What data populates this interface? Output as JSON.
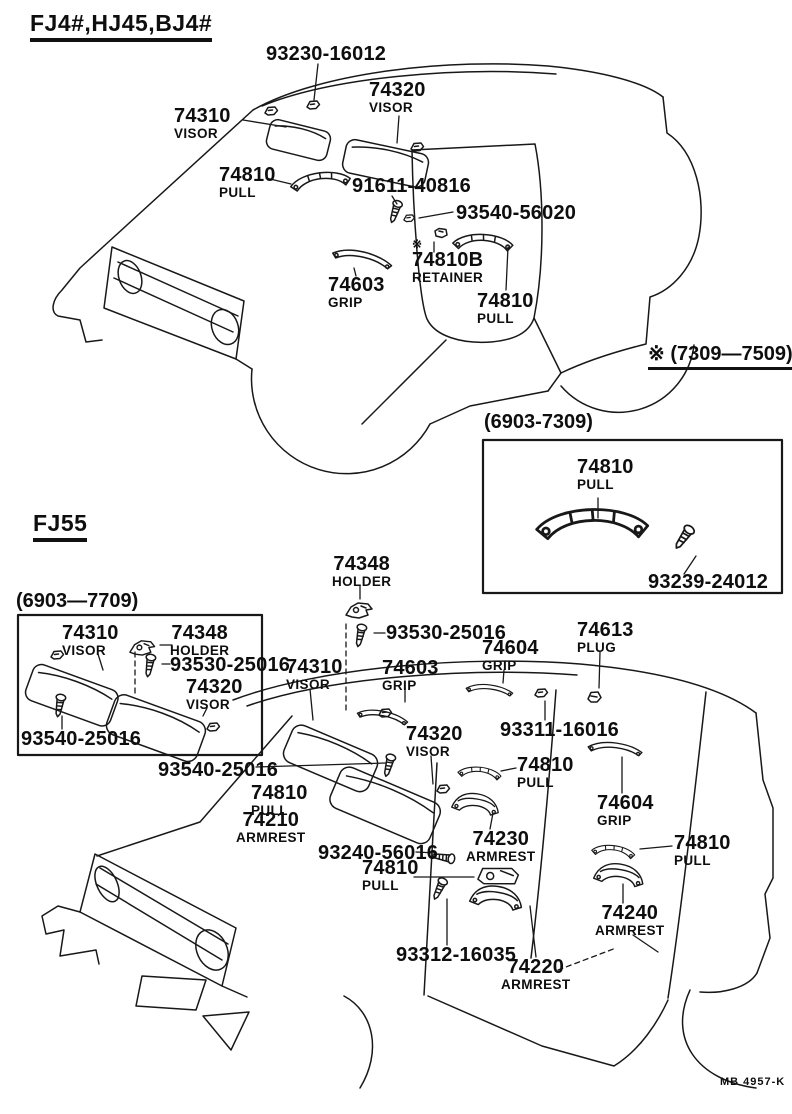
{
  "fj40": {
    "title": "FJ4#,HJ45,BJ4#",
    "note": "※ (7309—7509)",
    "labels": [
      {
        "number": "93230-16012",
        "caption": ""
      },
      {
        "number": "74310",
        "caption": "VISOR"
      },
      {
        "number": "74320",
        "caption": "VISOR"
      },
      {
        "number": "74810",
        "caption": "PULL"
      },
      {
        "number": "91611-40816",
        "caption": ""
      },
      {
        "number": "93540-56020",
        "caption": ""
      },
      {
        "marker": "※",
        "number": "74810B",
        "caption": "RETAINER"
      },
      {
        "number": "74603",
        "caption": "GRIP"
      },
      {
        "number": "74810",
        "caption": "PULL"
      }
    ]
  },
  "inset7309": {
    "title": "(6903-7309)",
    "labels": [
      {
        "number": "74810",
        "caption": "PULL"
      },
      {
        "number": "93239-24012",
        "caption": ""
      }
    ]
  },
  "inset7709": {
    "title": "(6903—7709)",
    "labels": [
      {
        "number": "74310",
        "caption": "VISOR"
      },
      {
        "number": "74348",
        "caption": "HOLDER"
      },
      {
        "number": "93530-25016",
        "caption": ""
      },
      {
        "number": "74320",
        "caption": "VISOR"
      },
      {
        "number": "93540-25016",
        "caption": ""
      }
    ]
  },
  "fj55": {
    "title": "FJ55",
    "labels": [
      {
        "number": "74348",
        "caption": "HOLDER"
      },
      {
        "number": "93530-25016",
        "caption": ""
      },
      {
        "number": "74613",
        "caption": "PLUG"
      },
      {
        "number": "74604",
        "caption": "GRIP"
      },
      {
        "number": "74603",
        "caption": "GRIP"
      },
      {
        "number": "74310",
        "caption": "VISOR"
      },
      {
        "number": "93311-16016",
        "caption": ""
      },
      {
        "number": "74320",
        "caption": "VISOR"
      },
      {
        "number": "93540-25016",
        "caption": ""
      },
      {
        "number": "74810",
        "caption": "PULL"
      },
      {
        "number": "74604",
        "caption": "GRIP"
      },
      {
        "number": "74810",
        "caption": "PULL"
      },
      {
        "number": "74210",
        "caption": "ARMREST"
      },
      {
        "number": "93240-56016",
        "caption": ""
      },
      {
        "number": "74810",
        "caption": "PULL"
      },
      {
        "number": "74230",
        "caption": "ARMREST"
      },
      {
        "number": "93312-16035",
        "caption": ""
      },
      {
        "number": "74220",
        "caption": "ARMREST"
      },
      {
        "number": "74240",
        "caption": "ARMREST"
      },
      {
        "number": "74810",
        "caption": "PULL"
      }
    ]
  },
  "footer": "MB 4957-K"
}
